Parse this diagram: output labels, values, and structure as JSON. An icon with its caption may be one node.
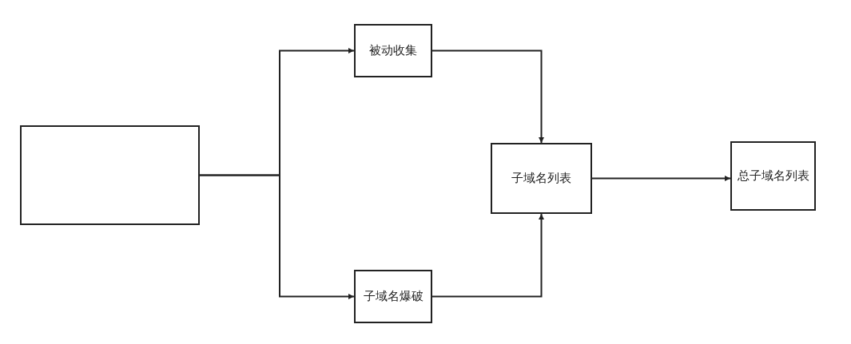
{
  "diagram": {
    "nodes": [
      {
        "text": [],
        "shape": "box"
      },
      {
        "text": [
          "被动收集"
        ]
      },
      {
        "text": [
          "子域名爆破"
        ]
      },
      {
        "text": [
          "子域名列表"
        ]
      },
      {
        "text": [
          "总子域名列表"
        ]
      }
    ],
    "edges": [
      {
        "from": 0,
        "to": 1,
        "arrow": "to"
      },
      {
        "from": 0,
        "to": 2,
        "arrow": "to"
      },
      {
        "from": 1,
        "to": 3,
        "arrow": "to"
      },
      {
        "from": 2,
        "to": 3,
        "arrow": "to"
      },
      {
        "from": 3,
        "to": 4,
        "arrow": "to"
      }
    ]
  }
}
